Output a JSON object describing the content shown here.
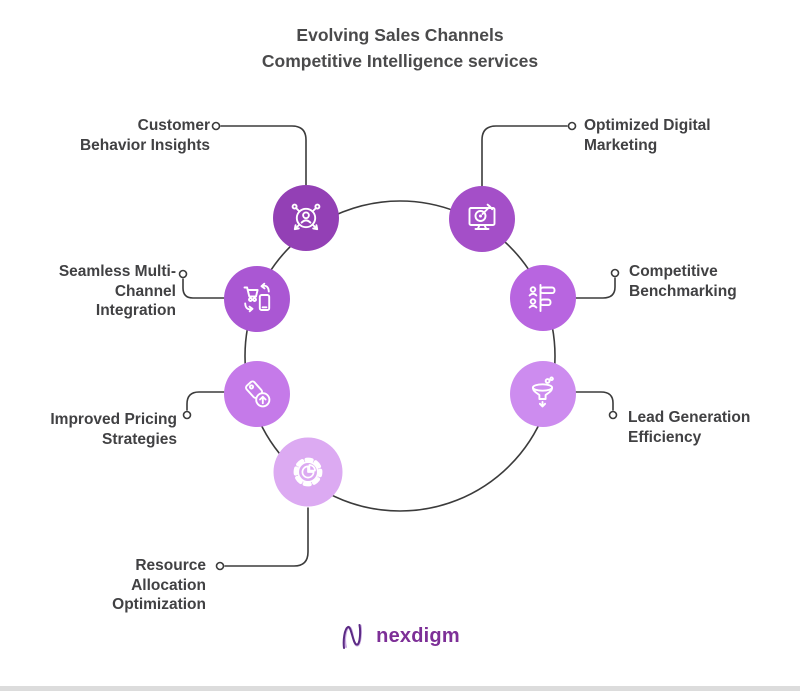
{
  "title": {
    "line1": "Evolving Sales Channels",
    "line2": "Competitive Intelligence services"
  },
  "items": [
    {
      "id": "customer-behavior-insights",
      "label": "Customer\nBehavior Insights",
      "icon": "user-network-icon",
      "color": "#9340b5"
    },
    {
      "id": "optimized-digital-marketing",
      "label": "Optimized Digital\nMarketing",
      "icon": "monitor-target-icon",
      "color": "#a44fc8"
    },
    {
      "id": "seamless-multi-channel-integration",
      "label": "Seamless Multi-\nChannel\nIntegration",
      "icon": "cart-phone-sync-icon",
      "color": "#aa57d3"
    },
    {
      "id": "competitive-benchmarking",
      "label": "Competitive\nBenchmarking",
      "icon": "people-bars-icon",
      "color": "#b865e0"
    },
    {
      "id": "improved-pricing-strategies",
      "label": "Improved Pricing\nStrategies",
      "icon": "price-tag-up-icon",
      "color": "#c57ae9"
    },
    {
      "id": "lead-generation-efficiency",
      "label": "Lead Generation\nEfficiency",
      "icon": "funnel-down-icon",
      "color": "#cd8cef"
    },
    {
      "id": "resource-allocation-optimization",
      "label": "Resource\nAllocation\nOptimization",
      "icon": "gear-pie-icon",
      "color": "#dcaaf2"
    }
  ],
  "logo": {
    "text": "nexdigm",
    "color": "#7d2f97"
  },
  "colors": {
    "background": "#ffffff",
    "ring_line": "#3b3b3b",
    "title_text": "#4a4a4b",
    "label_text": "#414143",
    "icon_stroke": "#ffffff"
  }
}
